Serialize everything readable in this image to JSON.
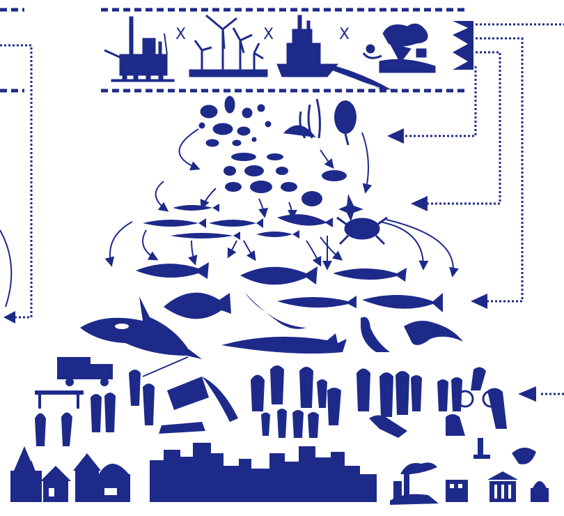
{
  "colors": {
    "ink": "#1e2a8a",
    "background": "#ffffff"
  },
  "top_panel": {
    "items": [
      "oil-platform",
      "wind-farm",
      "trawler-ship",
      "tourism-landscape"
    ],
    "separators": [
      "X",
      "X",
      "X"
    ]
  },
  "food_web": {
    "levels": [
      "plankton",
      "invertebrates",
      "forage-fish",
      "large-fish-and-marine-mammals",
      "seabirds"
    ]
  },
  "human_society": {
    "groups": [
      "fishing-and-transport",
      "families",
      "recreation",
      "cyclists"
    ],
    "infrastructure": [
      "rural-houses",
      "city-skyline",
      "industry",
      "science-culture-icons"
    ]
  }
}
